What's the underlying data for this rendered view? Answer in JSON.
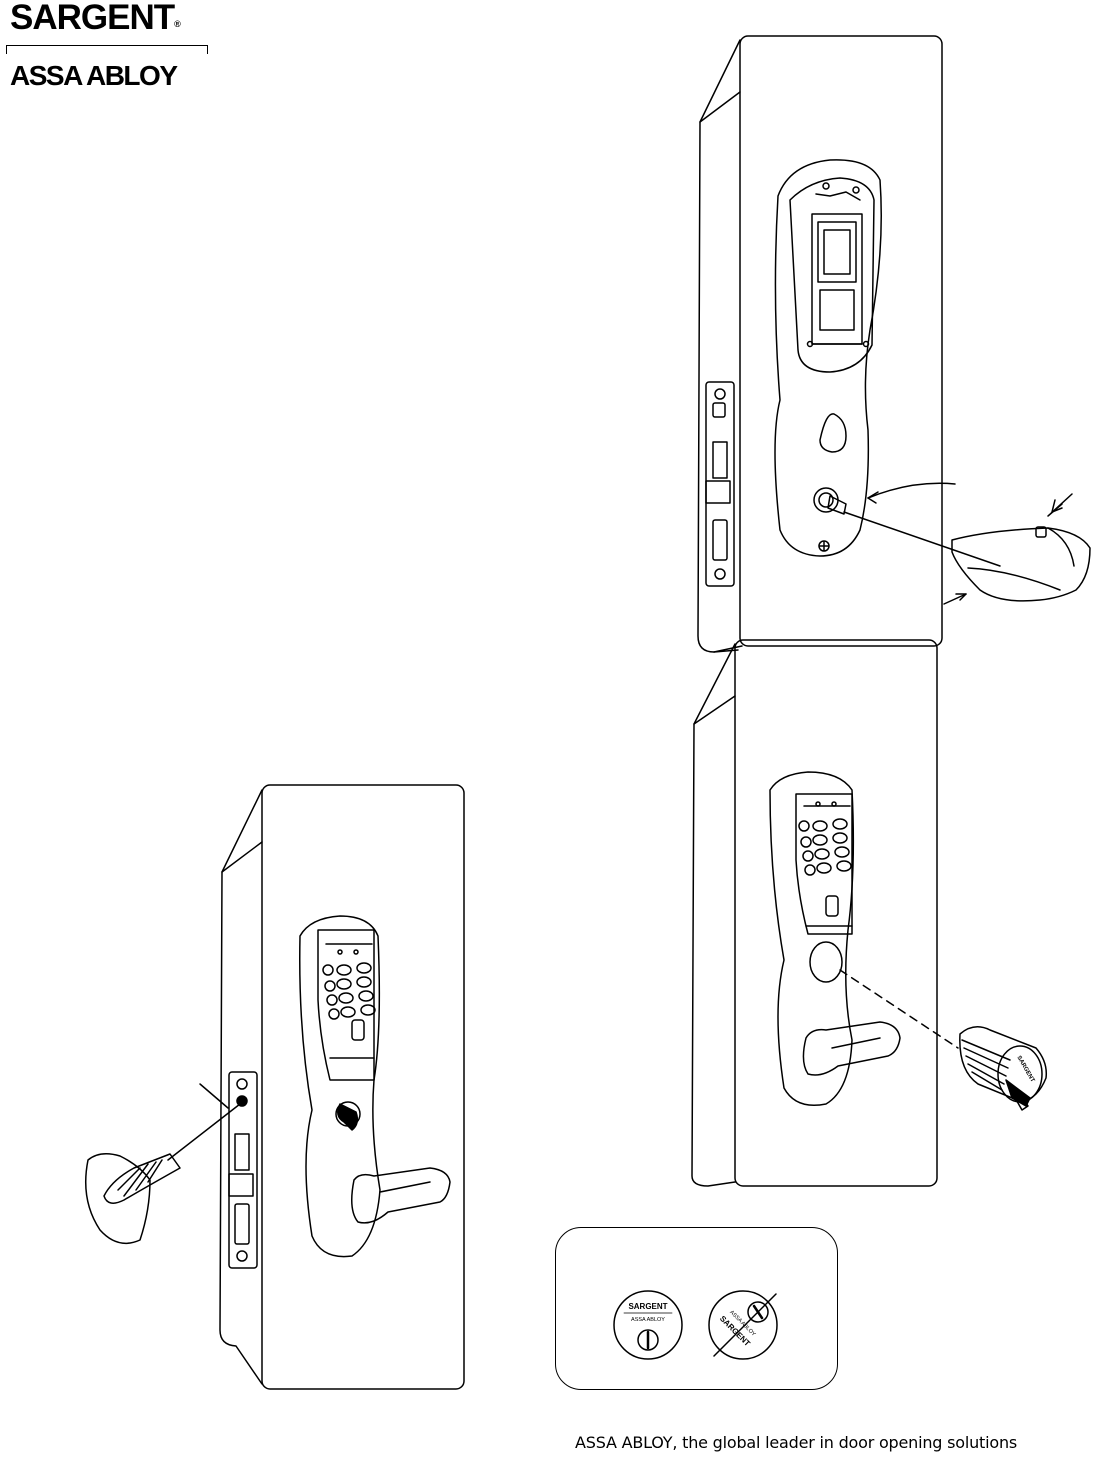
{
  "header": {
    "brand": "SARGENT",
    "brand_mark": "®",
    "parent_brand": "ASSA ABLOY"
  },
  "callout": {
    "good_cylinder_brand": "SARGENT",
    "good_cylinder_sub": "ASSA ABLOY",
    "bad_cylinder_brand": "SARGENT",
    "bad_cylinder_sub": "ASSA ABLOY"
  },
  "cylinder_face": {
    "brand": "SARGENT"
  },
  "footer": {
    "tagline": "ASSA ABLOY, the global leader in door opening solutions"
  },
  "colors": {
    "ink": "#000000",
    "paper": "#ffffff"
  }
}
